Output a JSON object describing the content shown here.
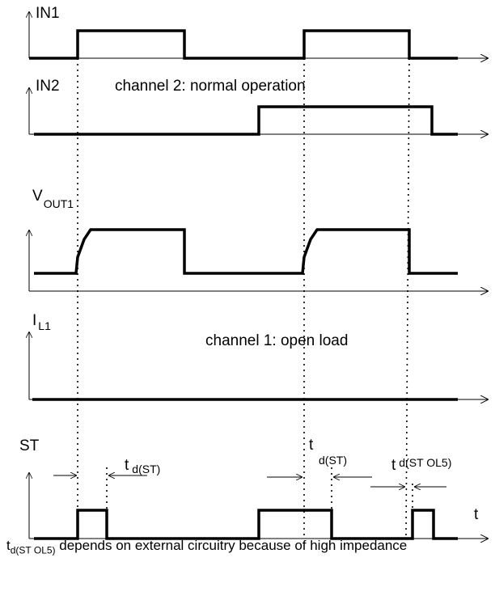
{
  "signals": {
    "in1": {
      "label": "IN1"
    },
    "in2": {
      "label": "IN2",
      "note": "channel 2: normal operation"
    },
    "vout1": {
      "label_main": "V",
      "label_sub": "OUT1"
    },
    "il1": {
      "label_main": "I",
      "label_sub": "L1",
      "note": "channel 1: open load"
    },
    "st": {
      "label": "ST",
      "axis_end_label": "t"
    }
  },
  "timing": {
    "td_st_1": {
      "main": "t",
      "sub": "d(ST)"
    },
    "td_st_2": {
      "main": "t",
      "sub": "d(ST)"
    },
    "td_st_ol5": {
      "main": "t",
      "sub": "d(ST OL5)"
    }
  },
  "caption": {
    "prefix_main": "t",
    "prefix_sub": "d(ST OL5)",
    "text": " depends on external circuitry because of high impedance"
  }
}
